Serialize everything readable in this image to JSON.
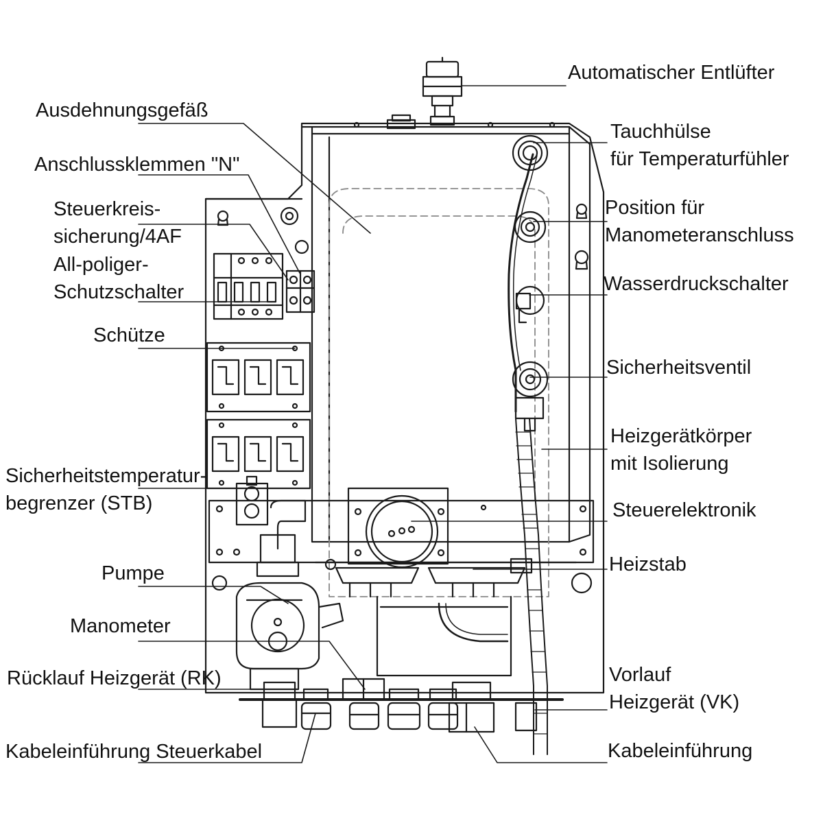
{
  "diagram": {
    "colors": {
      "stroke": "#1a1a1a",
      "dashed": "#888888",
      "background": "#ffffff"
    },
    "labels": {
      "automatischer_entluefter": "Automatischer Entlüfter",
      "ausdehnungsgefaess": "Ausdehnungsgefäß",
      "anschlussklemmen_n": "Anschlussklemmen \"N\"",
      "steuerkreis_1": "Steuerkreis-",
      "steuerkreis_2": "sicherung/4AF",
      "allpoliger_1": "All-poliger-",
      "allpoliger_2": "Schutzschalter",
      "schuetze": "Schütze",
      "stb_1": "Sicherheitstemperatur-",
      "stb_2": "begrenzer (STB)",
      "pumpe": "Pumpe",
      "manometer": "Manometer",
      "ruecklauf": "Rücklauf Heizgerät (RK)",
      "kabel_steuer": "Kabeleinführung Steuerkabel",
      "tauchhuelse_1": "Tauchhülse",
      "tauchhuelse_2": "für Temperaturfühler",
      "position_1": "Position für",
      "position_2": "Manometeranschluss",
      "wasserdruck": "Wasserdruckschalter",
      "sicherheitsventil": "Sicherheitsventil",
      "koerper_1": "Heizgerätkörper",
      "koerper_2": "mit Isolierung",
      "steuerelektronik": "Steuerelektronik",
      "heizstab": "Heizstab",
      "vorlauf_1": "Vorlauf",
      "vorlauf_2": "Heizgerät (VK)",
      "kabeleinfuehrung": "Kabeleinführung"
    }
  }
}
